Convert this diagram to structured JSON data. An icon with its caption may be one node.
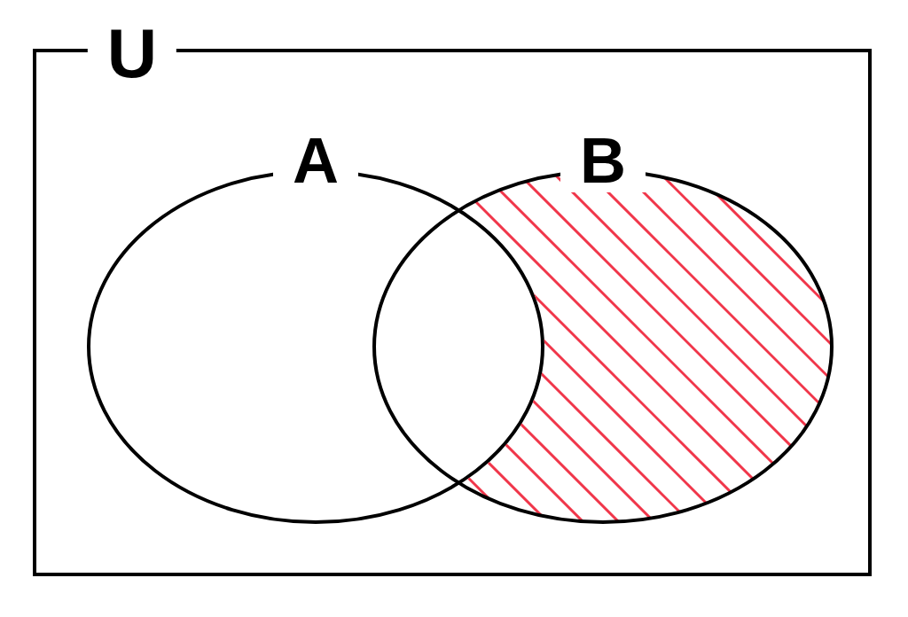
{
  "diagram": {
    "nodes": [
      {
        "text": [
          "U"
        ]
      },
      {
        "text": [
          "A"
        ],
        "in": 0
      },
      {
        "text": [
          "B"
        ],
        "in": 0
      }
    ]
  }
}
